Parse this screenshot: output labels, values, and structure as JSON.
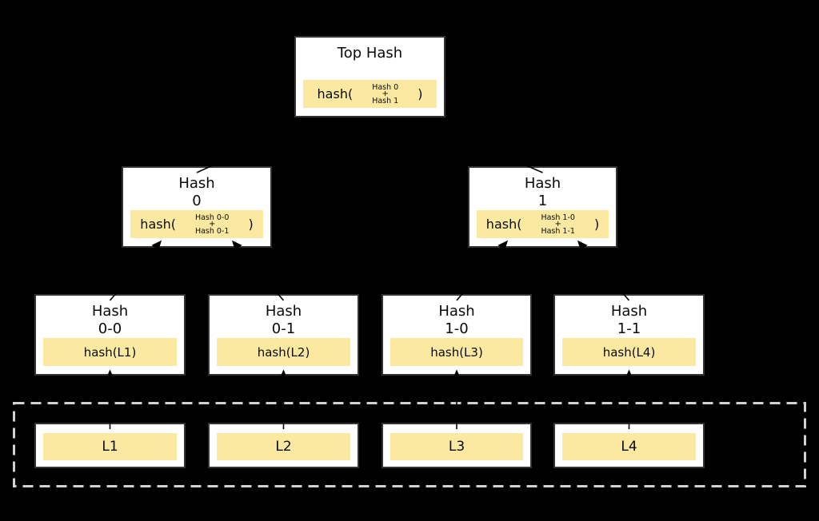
{
  "diagram": {
    "background_color": "#000000",
    "node_fill_color": "#ffffff",
    "node_border_color": "#333333",
    "highlight_fill_color": "#FBE9A2",
    "dashed_boundary_color": "#d2d2d2",
    "arrow_color": "#000000"
  },
  "root": {
    "title": "Top Hash",
    "hash_open": "hash(",
    "operand_top": "Hash 0",
    "operator": "+",
    "operand_bottom": "Hash 1",
    "hash_close": ")"
  },
  "branches": [
    {
      "title_line1": "Hash",
      "title_line2": "0",
      "hash_open": "hash(",
      "operand_top": "Hash 0-0",
      "operator": "+",
      "operand_bottom": "Hash 0-1",
      "hash_close": ")"
    },
    {
      "title_line1": "Hash",
      "title_line2": "1",
      "hash_open": "hash(",
      "operand_top": "Hash 1-0",
      "operator": "+",
      "operand_bottom": "Hash 1-1",
      "hash_close": ")"
    }
  ],
  "leaf_hashes": [
    {
      "title_line1": "Hash",
      "title_line2": "0-0",
      "formula": "hash(L1)"
    },
    {
      "title_line1": "Hash",
      "title_line2": "0-1",
      "formula": "hash(L2)"
    },
    {
      "title_line1": "Hash",
      "title_line2": "1-0",
      "formula": "hash(L3)"
    },
    {
      "title_line1": "Hash",
      "title_line2": "1-1",
      "formula": "hash(L4)"
    }
  ],
  "data_blocks": [
    {
      "label": "L1"
    },
    {
      "label": "L2"
    },
    {
      "label": "L3"
    },
    {
      "label": "L4"
    }
  ]
}
